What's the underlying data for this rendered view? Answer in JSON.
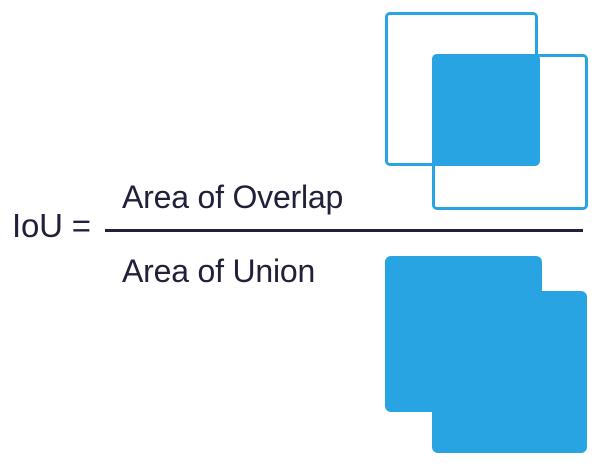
{
  "formula": {
    "lhs": "IoU =",
    "numerator": "Area of Overlap",
    "denominator": "Area of Union"
  },
  "colors": {
    "blue": "#29A4E2",
    "ink": "#20203A",
    "background": "#FFFFFF"
  },
  "shapes": {
    "overlap_diagram": "two-overlapping-outlined-boxes-with-filled-intersection",
    "union_diagram": "solid-filled-union-of-two-overlapping-boxes"
  }
}
